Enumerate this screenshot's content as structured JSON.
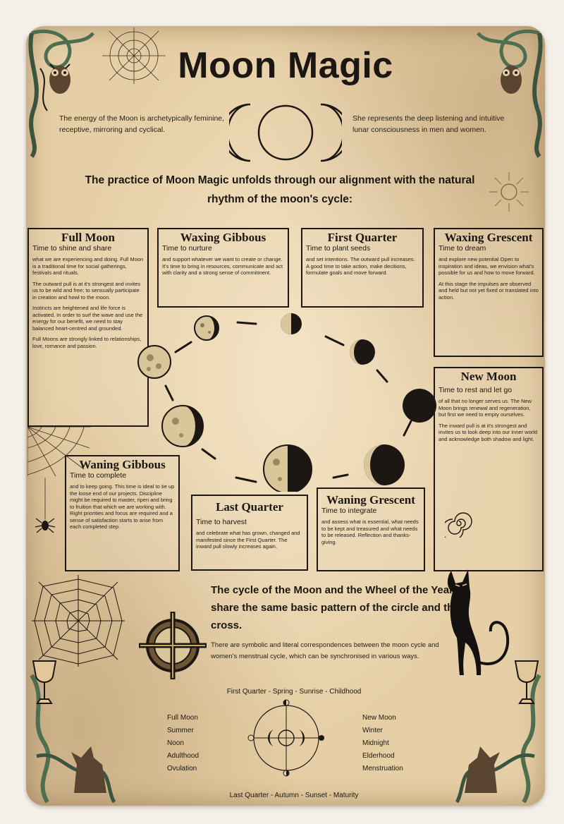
{
  "title": "Moon Magic",
  "intro_left": "The energy of the Moon is archetypically feminine, receptive, mirroring and cyclical.",
  "intro_right": "She represents the deep listening and intuitive lunar consciousness in men and women.",
  "practice": "The practice of Moon Magic unfolds through our alignment with the natural rhythm of the moon's cycle:",
  "phases": {
    "full_moon": {
      "name": "Full Moon",
      "subtitle": "Time to shine and share",
      "paragraphs": [
        "what we are experiencing and doing. Full Moon is a traditional time for social gatherings, festivals and rituals.",
        "The outward pull is at it's strongest and invites us to be wild and free; to sensually participate in creation and howl to the moon.",
        "Instincts are heightened and life force is activated. In order to surf the wave and use the energy for our benefit, we need to stay balanced heart-centred and grounded.",
        "Full Moons are strongly linked to relationships, love, romance and passion."
      ]
    },
    "waxing_gibbous": {
      "name": "Waxing Gibbous",
      "subtitle": "Time to nurture",
      "paragraphs": [
        "and support whatever we want to create or change. It's time to bring in resources, communicate and act with clarity and a strong sense of commitment."
      ]
    },
    "first_quarter": {
      "name": "First Quarter",
      "subtitle": "Time to plant seeds",
      "paragraphs": [
        "and set intentions. The outward pull increases. A good time to take action, make decitions, formulate goals and move forward."
      ]
    },
    "waxing_crescent": {
      "name": "Waxing Grescent",
      "subtitle": "Time to dream",
      "paragraphs": [
        "and explore new potential Open to inspiration and ideas, we envision what's possible for us and how to move forward.",
        "At this stage the impulses are observed and held but not yet fixed or translated into action."
      ]
    },
    "new_moon": {
      "name": "New Moon",
      "subtitle": "Time to rest and let go",
      "paragraphs": [
        "of all that no longer serves us. The New Moon brings renewal and regeneration, but first we need to empty ourselves.",
        "The inward pull is at it's strongest and invites us to look deep into our inner world and acknowledge both shadow and light."
      ]
    },
    "waning_gibbous": {
      "name": "Waning Gibbous",
      "subtitle": "Time to complete",
      "paragraphs": [
        "and to keep going. This time is ideal to tie up the loose end of our projects. Discipline might be required to master, ripen and bring to fruition that which we are working with. Right priorities and focus are required and a sense of satisfaction starts to arise from each completed step."
      ]
    },
    "last_quarter": {
      "name": "Last Quarter",
      "subtitle": "Time to harvest",
      "paragraphs": [
        "and celebrate what has grown, changed and manifested since the First Quarter. The inward pull slowly increases again."
      ]
    },
    "waning_crescent": {
      "name": "Waning Grescent",
      "subtitle": "Time to integrate",
      "paragraphs": [
        "and assess what is essential, what needs to be kept and treasured and what needs to be released. Reflection and thanks-giving."
      ]
    }
  },
  "cycle_statement": "The cycle of the Moon and the Wheel of the Year share the same basic pattern of the circle and the cross.",
  "correspondence_note": "There are symbolic and literal correspondences between the moon cycle and women's menstrual cycle, which can be synchronised in various ways.",
  "wheel": {
    "top": "First Quarter - Spring - Sunrise - Childhood",
    "bottom": "Last Quarter - Autumn - Sunset - Maturity",
    "left": [
      "Full Moon",
      "Summer",
      "Noon",
      "Adulthood",
      "Ovulation"
    ],
    "right": [
      "New Moon",
      "Winter",
      "Midnight",
      "Elderhood",
      "Menstruation"
    ]
  },
  "colors": {
    "parchment": "#e6cfa6",
    "ink": "#1c1712",
    "vine": "#4d6e4f"
  },
  "icons": [
    "triple-moon-icon",
    "spider-web-icon",
    "owl-icon",
    "sun-icon",
    "spiral-icon",
    "black-cat-icon",
    "chalice-icon",
    "wolf-icon",
    "solar-cross-icon"
  ]
}
